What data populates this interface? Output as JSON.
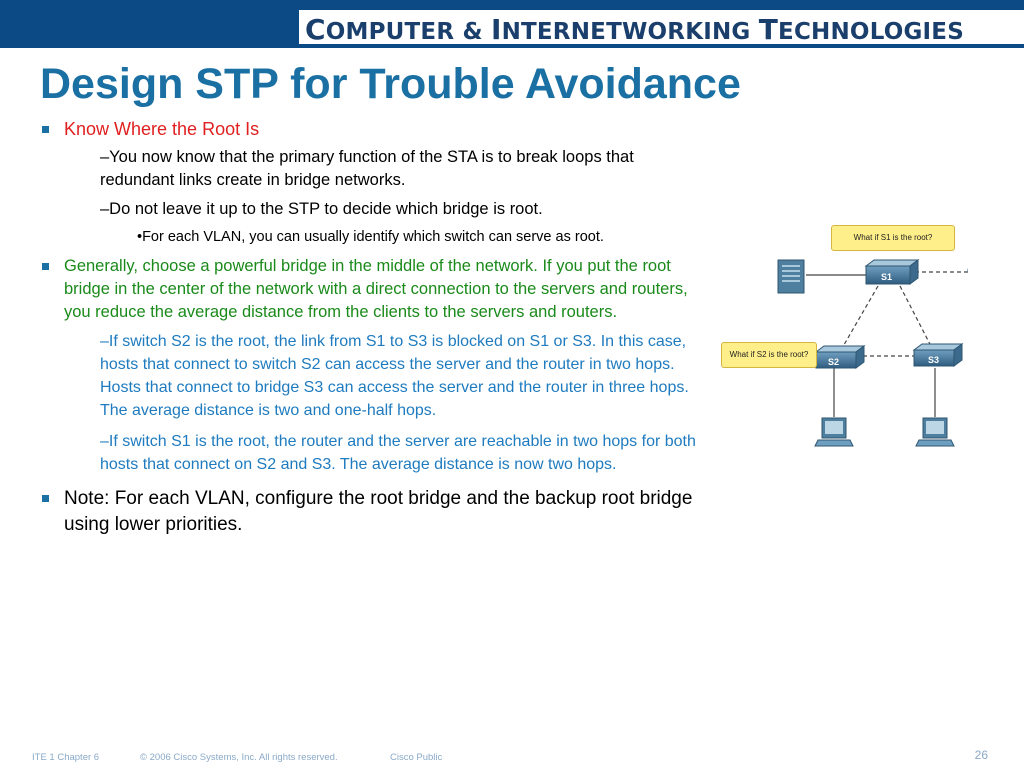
{
  "header": {
    "brand": "COMPUTER & INTERNETWORKING TECHNOLOGIES"
  },
  "slide": {
    "title": "Design STP for Trouble Avoidance",
    "items": [
      {
        "text": "Know Where the Root Is"
      },
      {
        "text": "–You now know that the primary function of the STA is to break loops that redundant links create in bridge networks."
      },
      {
        "text": "–Do not leave it up to the STP to decide which bridge is root."
      },
      {
        "text": "•For each VLAN, you can usually identify which switch can serve as root."
      },
      {
        "text": "Generally, choose a powerful bridge in the middle of the network. If you put the root bridge in the center of the network with a direct connection to the servers and routers, you reduce the average distance from the clients to the servers and routers."
      },
      {
        "text": "–If switch S2 is the root, the link from S1 to S3 is blocked on S1 or S3. In this case, hosts that connect to switch S2 can access the server and the router in two hops. Hosts that connect to bridge S3 can access the server and the router in three hops. The average distance is two and one-half hops."
      },
      {
        "text": "–If switch S1 is the root, the router and the server are reachable in two hops for both hosts that connect on S2 and S3. The average distance is now two hops."
      },
      {
        "text": "Note: For each VLAN, configure the root bridge and the backup root bridge using lower priorities."
      }
    ]
  },
  "diagram": {
    "callout_s1": "What if S1 is the root?",
    "callout_s2": "What if S2 is the root?",
    "switches": {
      "s1": "S1",
      "s2": "S2",
      "s3": "S3"
    }
  },
  "footer": {
    "chapter": "ITE 1 Chapter 6",
    "copyright": "© 2006 Cisco Systems, Inc. All rights reserved.",
    "classification": "Cisco Public",
    "page": "26"
  },
  "colors": {
    "header_blue": "#0b4a85",
    "title_blue": "#1a6fa3",
    "red_text": "#e02020",
    "green_text": "#1a8a1a",
    "blue_text": "#1e7bbf"
  }
}
